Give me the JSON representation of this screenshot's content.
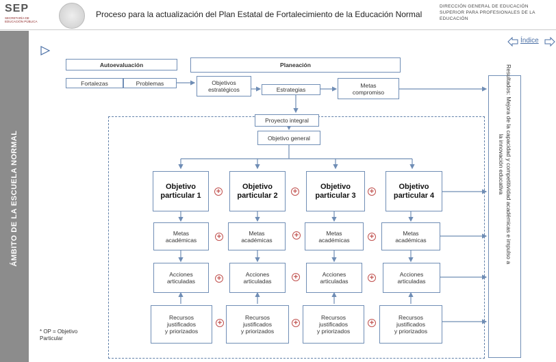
{
  "header": {
    "logo_text": "SEP",
    "logo_subtext": "SECRETARÍA DE EDUCACIÓN PÚBLICA",
    "title": "Proceso para la actualización del Plan Estatal de Fortalecimiento de la Educación Normal",
    "organization": "DIRECCIÓN GENERAL DE EDUCACIÓN SUPERIOR PARA PROFESIONALES DE LA EDUCACIÓN"
  },
  "nav": {
    "index_label": "Índice"
  },
  "sidebar": {
    "label": "ÁMBITO DE LA ESCUELA NORMAL"
  },
  "top": {
    "autoevaluacion": "Autoevaluación",
    "fortalezas": "Fortalezas",
    "problemas": "Problemas",
    "planeacion": "Planeación",
    "objetivos_estrategicos": "Objetivos\nestratégicos",
    "estrategias": "Estrategias",
    "metas_compromiso": "Metas\ncompromiso"
  },
  "center": {
    "proyecto_integral": "Proyecto integral",
    "objetivo_general": "Objetivo general"
  },
  "columns": [
    {
      "objetivo": "Objetivo\nparticular 1",
      "metas": "Metas\nacadémicas",
      "acciones": "Acciones\narticuladas",
      "recursos": "Recursos\njustificados\ny priorizados"
    },
    {
      "objetivo": "Objetivo\nparticular 2",
      "metas": "Metas\nacadémicas",
      "acciones": "Acciones\narticuladas",
      "recursos": "Recursos\njustificados\ny priorizados"
    },
    {
      "objetivo": "Objetivo\nparticular 3",
      "metas": "Metas\nacadémicas",
      "acciones": "Acciones\narticuladas",
      "recursos": "Recursos\njustificados\ny priorizados"
    },
    {
      "objetivo": "Objetivo\nparticular 4",
      "metas": "Metas\nacadémicas",
      "acciones": "Acciones\narticuladas",
      "recursos": "Recursos\njustificados\ny priorizados"
    }
  ],
  "plus_symbol": "+",
  "results": "Resultados: Mejora de la capacidad y competitividad académicas e impulso a la innovación educativa",
  "footnote": "* OP = Objetivo Particular",
  "colors": {
    "border": "#6f8db5",
    "arrow": "#6f8db5",
    "plus": "#c0504d",
    "sidebar": "#8c8c8c"
  }
}
